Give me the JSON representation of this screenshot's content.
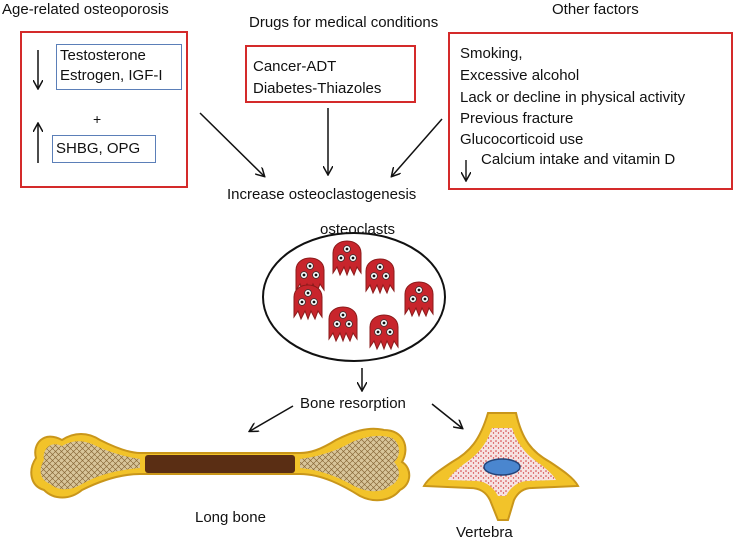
{
  "headers": {
    "age": "Age-related osteoporosis",
    "drugs": "Drugs for medical conditions",
    "other": "Other factors"
  },
  "age_box": {
    "decrease_items": [
      "Testosterone",
      "Estrogen, IGF-I"
    ],
    "plus": "+",
    "increase_items": "SHBG, OPG"
  },
  "drugs_box": {
    "items": [
      "Cancer-ADT",
      "Diabetes-Thiazoles"
    ]
  },
  "other_box": {
    "items": [
      "Smoking,",
      "Excessive alcohol",
      "Lack or decline in physical activity",
      "Previous fracture",
      "Glucocorticoid use"
    ],
    "last_item": "Calcium intake and vitamin D"
  },
  "flow": {
    "increase": "Increase osteoclastogenesis",
    "osteoclasts": "osteoclasts",
    "resorption": "Bone resorption"
  },
  "bones": {
    "long_bone": "Long bone",
    "vertebra": "Vertebra"
  },
  "colors": {
    "box_border": "#d42a2a",
    "inner_box_border": "#5b7fb8",
    "bone_outline": "#d4a21a",
    "bone_fill": "#f2c32a",
    "marrow": "#5a2e14",
    "cell_red": "#c8252c",
    "vertebra_core": "#f3d6d6",
    "vertebra_canal": "#4a86cf"
  }
}
